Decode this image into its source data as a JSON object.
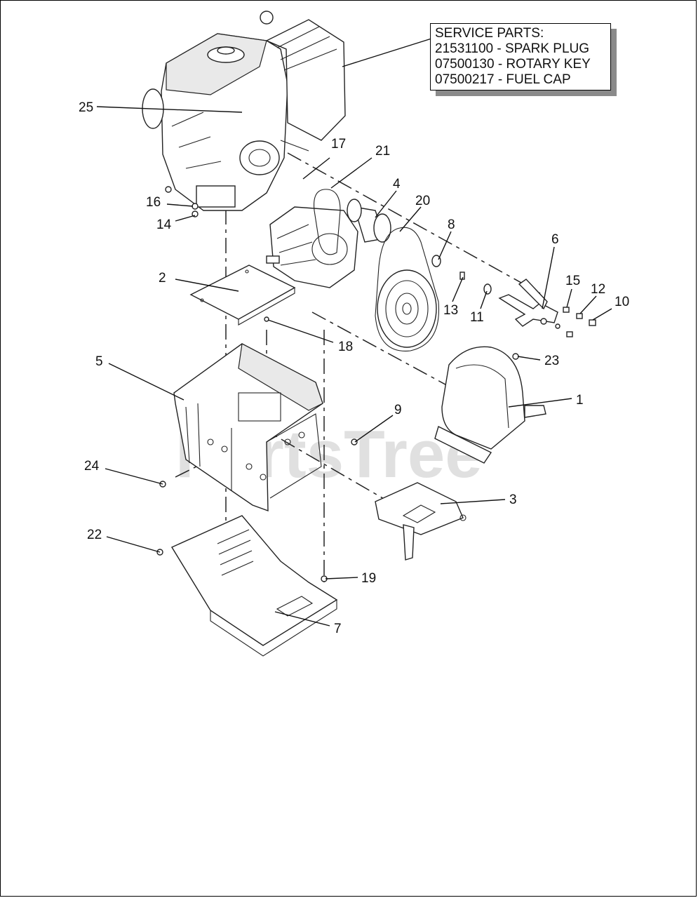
{
  "service_parts": {
    "title": "SERVICE PARTS:",
    "lines": [
      "21531100 - SPARK PLUG",
      "07500130 - ROTARY KEY",
      "07500217 - FUEL CAP"
    ]
  },
  "watermark": "PartsTree",
  "callouts": [
    "25",
    "17",
    "21",
    "4",
    "20",
    "8",
    "6",
    "16",
    "14",
    "2",
    "15",
    "12",
    "10",
    "13",
    "11",
    "18",
    "23",
    "5",
    "1",
    "9",
    "24",
    "3",
    "22",
    "19",
    "7"
  ]
}
